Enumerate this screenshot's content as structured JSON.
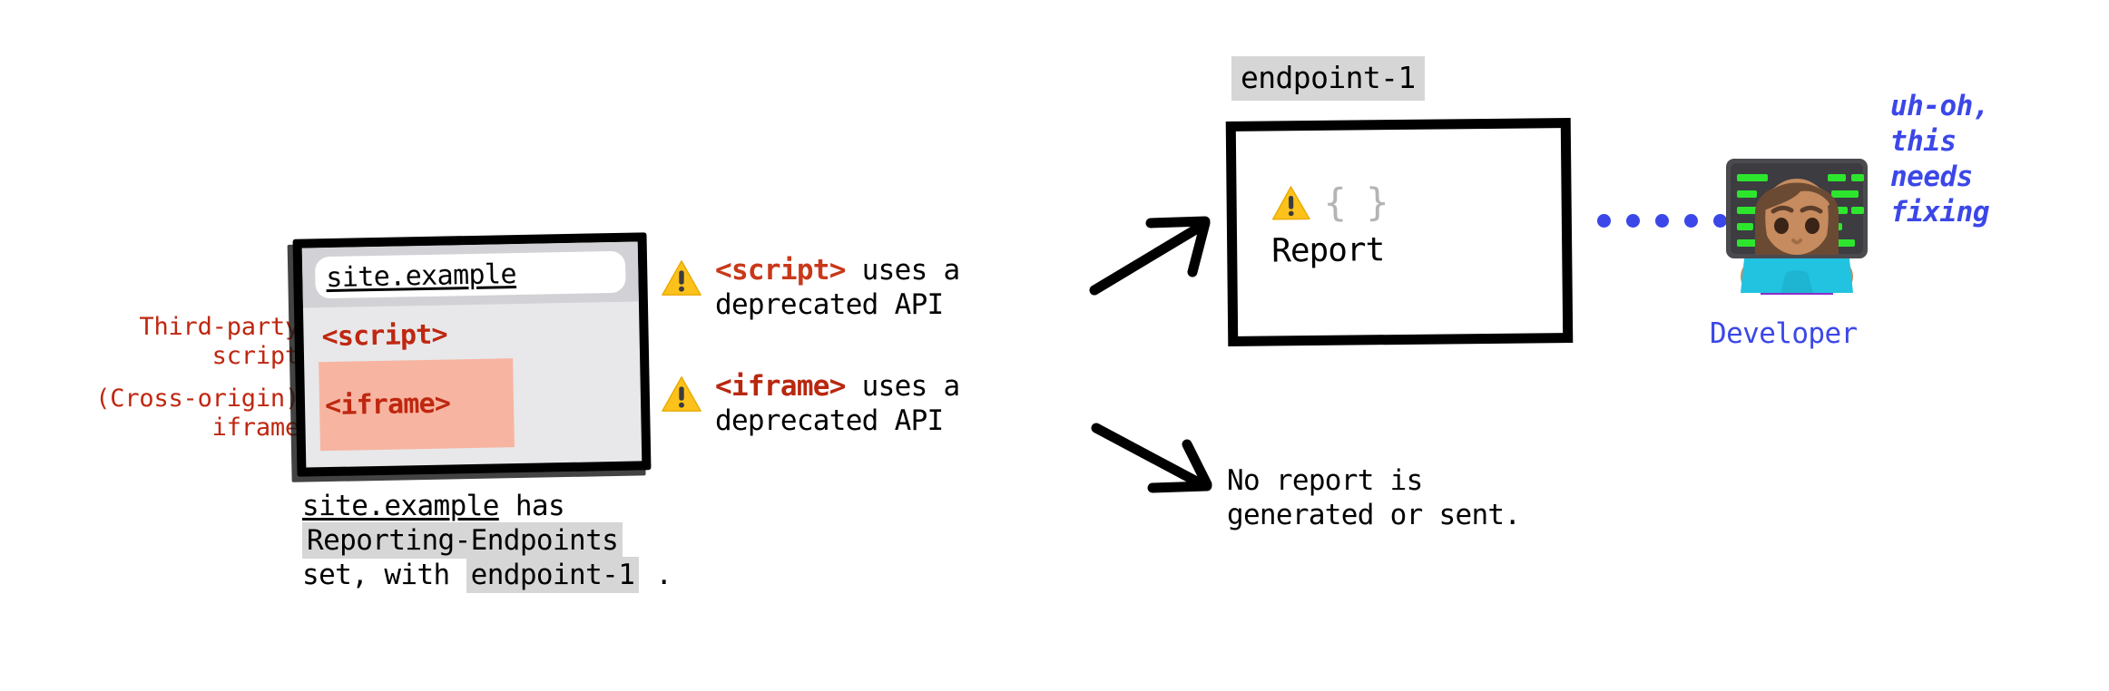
{
  "diagram": {
    "title": "Reporting endpoints: third-party script vs cross-origin iframe",
    "colors": {
      "red_label": "#bf2710",
      "code_red": "#bf2710",
      "tag_orange_red": "#c9381a",
      "blue": "#3b47e8",
      "warning_yellow": "#fcc21b",
      "iframe_highlight": "#f7b5a1",
      "chip_gray": "#d6d6d6",
      "browser_body_gray": "#e8e8ea",
      "browser_chrome_gray": "#d2d2d6",
      "braces_gray": "#b4b4b4"
    }
  },
  "left_labels": {
    "third_party_script": "Third-party\nscript",
    "cross_origin_iframe": "(Cross-origin)\niframe"
  },
  "browser": {
    "url": "site.example",
    "code_lines": [
      {
        "text": "<script>",
        "highlighted": false
      },
      {
        "text": "<iframe>",
        "highlighted": true
      }
    ]
  },
  "caption": {
    "line1_site": "site.example",
    "line1_rest": " has",
    "line2_chip": "Reporting-Endpoints",
    "line3_prefix": "set, with ",
    "line3_chip": "endpoint-1",
    "line3_suffix": " ."
  },
  "warnings": [
    {
      "icon": "warning-triangle-icon",
      "tag": "<script>",
      "rest": " uses a",
      "line2": "deprecated API"
    },
    {
      "icon": "warning-triangle-icon",
      "tag": "<iframe>",
      "rest": " uses a",
      "line2": "deprecated API"
    }
  ],
  "endpoint_box": {
    "label": "endpoint-1",
    "icon": "warning-triangle-icon",
    "braces": "{ }",
    "caption": "Report"
  },
  "no_report": {
    "line1": "No report is",
    "line2": "generated or sent."
  },
  "connector": {
    "dot_count": 6,
    "color": "#3b47e8"
  },
  "developer": {
    "figure_icon": "woman-technologist-emoji",
    "label": "Developer",
    "speech": [
      "uh-oh,",
      "this",
      "needs",
      "fixing"
    ]
  }
}
